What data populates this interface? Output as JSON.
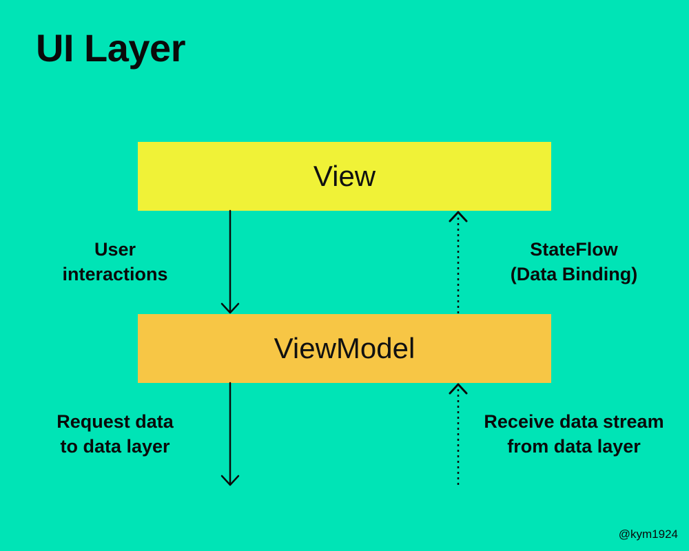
{
  "title": "UI Layer",
  "boxes": {
    "view": "View",
    "viewmodel": "ViewModel"
  },
  "labels": {
    "user_interactions": [
      "User",
      "interactions"
    ],
    "stateflow": [
      "StateFlow",
      "(Data Binding)"
    ],
    "request_data": [
      "Request data",
      "to data layer"
    ],
    "receive_data": [
      "Receive data stream",
      "from data layer"
    ]
  },
  "credit": "@kym1924",
  "colors": {
    "background": "#00E4B6",
    "view_box": "#F0F237",
    "viewmodel_box": "#F7C645",
    "text": "#0a0a0a"
  }
}
